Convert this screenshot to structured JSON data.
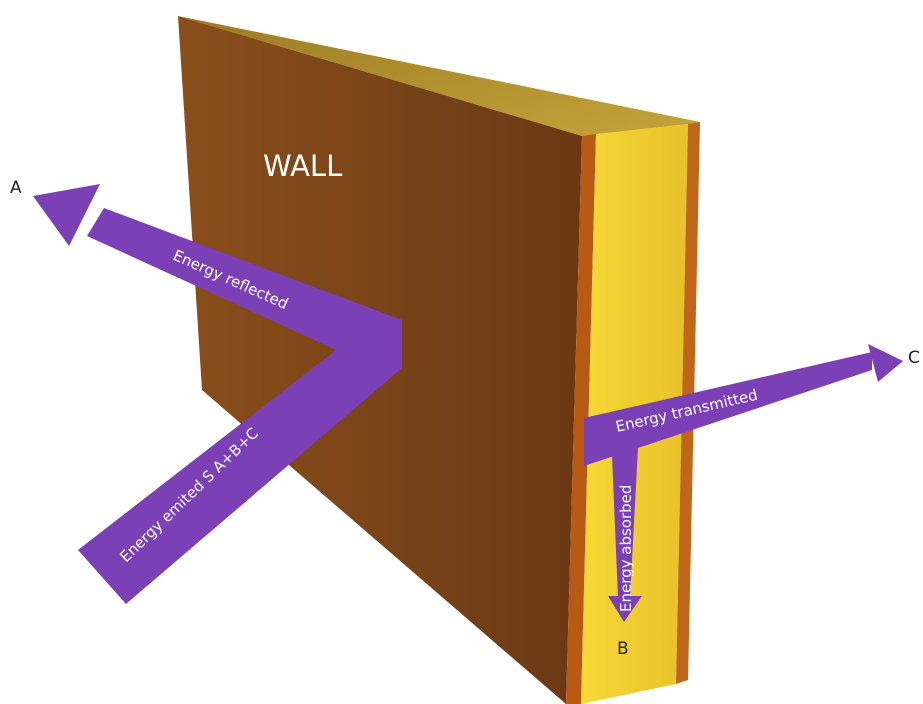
{
  "wall": {
    "title": "WALL",
    "colors": {
      "front": "#7a4418",
      "top": "#b08a2c",
      "side": "#f0cf30",
      "edge": "#b85a14"
    }
  },
  "arrows": {
    "color": "#7b3fb6",
    "reflected_label": "Energy reflected",
    "emitted_label": "Energy emited S A+B+C",
    "transmitted_label": "Energy transmitted",
    "absorbed_label": "Energy absorbed"
  },
  "points": {
    "a": "A",
    "b": "B",
    "c": "C"
  }
}
